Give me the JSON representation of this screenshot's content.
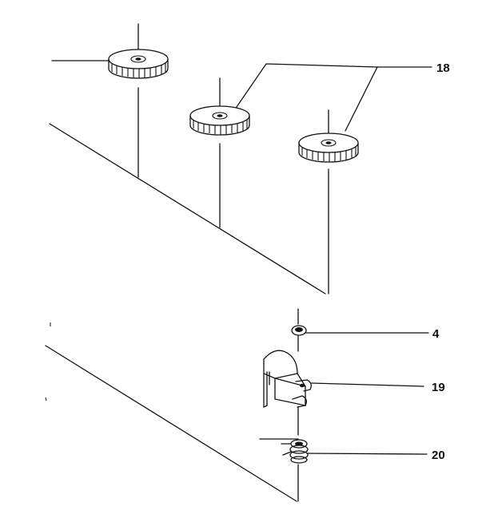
{
  "callouts": {
    "c18": "18",
    "c4": "4",
    "c19": "19",
    "c20": "20"
  },
  "line_color": "#111111",
  "background_color": "#ffffff"
}
